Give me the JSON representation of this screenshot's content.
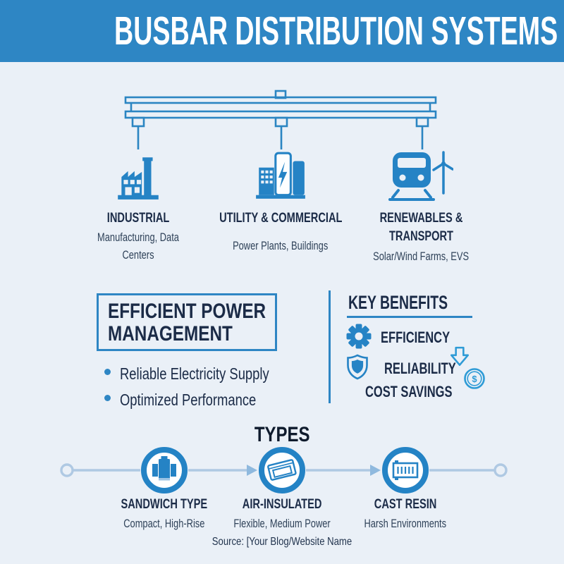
{
  "colors": {
    "header_bg": "#2E86C4",
    "accent_blue": "#2583C5",
    "light_blue": "#AFC9E3",
    "navy_text": "#1B2B47",
    "subtitle_text": "#2E4158",
    "background": "#EAF0F7"
  },
  "header": {
    "title": "BUSBAR DISTRIBUTION SYSTEMS"
  },
  "applications": {
    "items": [
      {
        "title": "INDUSTRIAL",
        "subtitle": "Manufacturing, Data Centers",
        "icon": "factory-icon"
      },
      {
        "title": "UTILITY & COMMERCIAL",
        "subtitle": "Power Plants, Buildings",
        "icon": "city-buildings-bolt-icon"
      },
      {
        "title": "RENEWABLES & TRANSPORT",
        "subtitle": "Solar/Wind Farms, EVS",
        "icon": "train-wind-turbine-icon"
      }
    ]
  },
  "management": {
    "title": "EFFICIENT POWER MANAGEMENT",
    "bullets": [
      "Reliable Electricity Supply",
      "Optimized Performance"
    ]
  },
  "benefits": {
    "title": "KEY BENEFITS",
    "items": [
      {
        "label": "EFFICIENCY",
        "icon": "gear-icon"
      },
      {
        "label": "RELIABILITY",
        "icon": "shield-icon"
      },
      {
        "label": "COST SAVINGS",
        "icon": "none"
      }
    ],
    "dollar_glyph": "$",
    "side_icons": [
      "down-arrow-icon",
      "dollar-coin-icon"
    ]
  },
  "types": {
    "title": "TYPES",
    "items": [
      {
        "title": "SANDWICH TYPE",
        "subtitle": "Compact, High-Rise",
        "icon": "sandwich-busbar-icon"
      },
      {
        "title": "AIR-INSULATED",
        "subtitle": "Flexible, Medium Power",
        "icon": "air-insulated-busbar-icon"
      },
      {
        "title": "CAST RESIN",
        "subtitle": "Harsh Environments",
        "icon": "cast-resin-busbar-icon"
      }
    ]
  },
  "footer": {
    "source": "Source: [Your Blog/Website Name"
  }
}
